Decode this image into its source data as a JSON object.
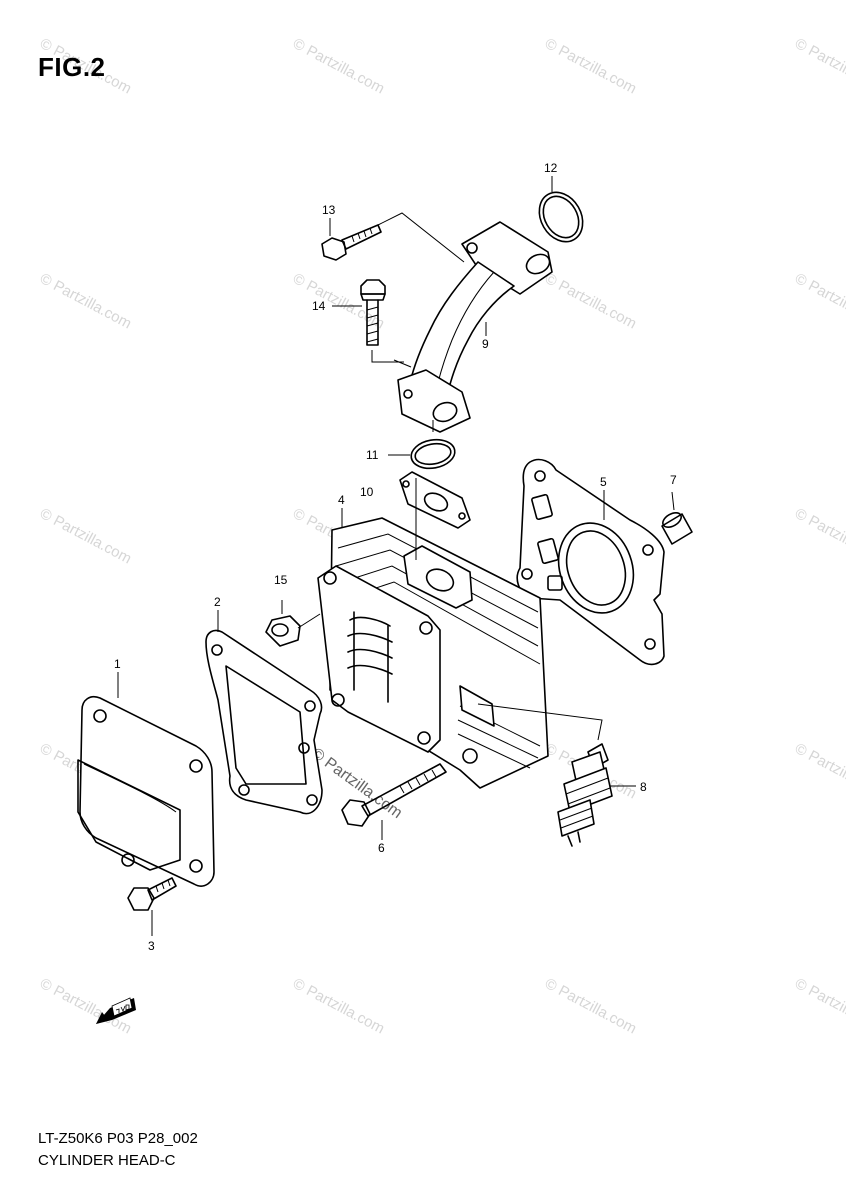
{
  "figure": {
    "title": "FIG.2"
  },
  "footer": {
    "code": "LT-Z50K6 P03 P28_002",
    "caption": "CYLINDER HEAD-C"
  },
  "watermark": {
    "text": "© Partzilla.com",
    "color": "#d6d6d6"
  },
  "callouts": {
    "p1": "1",
    "p2": "2",
    "p3": "3",
    "p4": "4",
    "p5": "5",
    "p6": "6",
    "p7": "7",
    "p8": "8",
    "p9": "9",
    "p10": "10",
    "p11": "11",
    "p12": "12",
    "p13": "13",
    "p14": "14",
    "p15": "15"
  },
  "icons": {
    "forward_arrow": "fwd-arrow-icon"
  }
}
